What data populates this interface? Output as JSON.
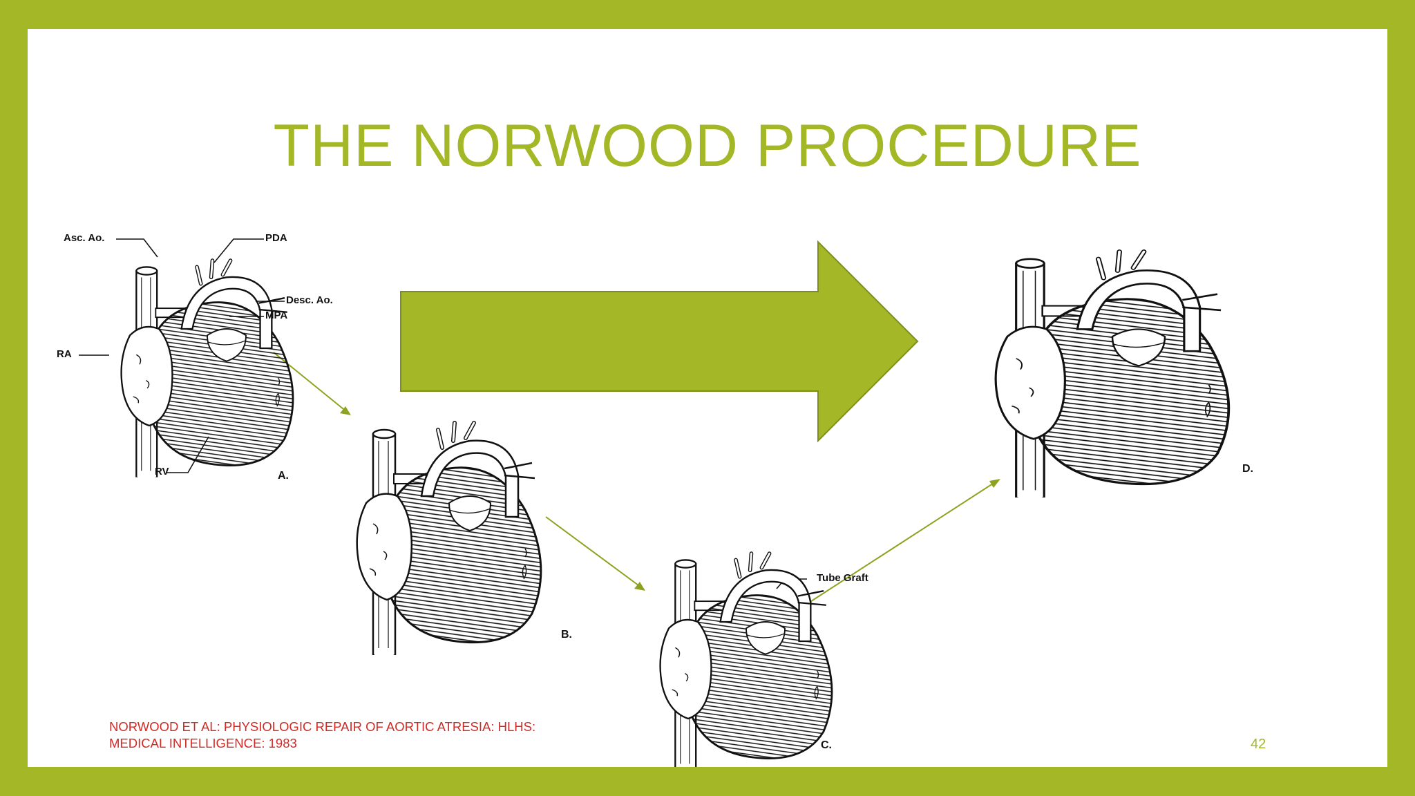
{
  "title": "THE NORWOOD PROCEDURE",
  "figures": [
    {
      "id": "A",
      "stage_label": "A.",
      "part_labels": [
        "Asc. Ao.",
        "PDA",
        "Desc. Ao.",
        "MPA",
        "RA",
        "RV"
      ]
    },
    {
      "id": "B",
      "stage_label": "B.",
      "part_labels": []
    },
    {
      "id": "C",
      "stage_label": "C.",
      "part_labels": [
        "Tube Graft"
      ]
    },
    {
      "id": "D",
      "stage_label": "D.",
      "part_labels": []
    }
  ],
  "citation": {
    "line1": "NORWOOD ET AL: PHYSIOLOGIC REPAIR OF AORTIC ATRESIA: HLHS:",
    "line2": "MEDICAL INTELLIGENCE: 1983"
  },
  "page_number": "42",
  "colors": {
    "accent": "#a3b727",
    "citation": "#d22b26",
    "ink": "#111111"
  }
}
